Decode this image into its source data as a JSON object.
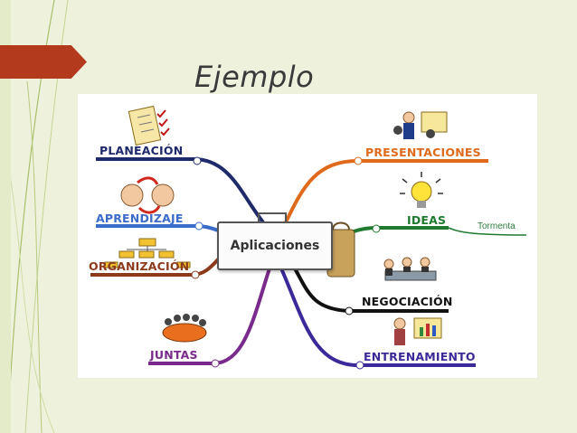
{
  "slide": {
    "title": "Ejemplo"
  },
  "mindmap": {
    "center": "Aplicaciones",
    "branches": [
      {
        "label": "PLANEACIÓN",
        "color": "#1f2a6b",
        "side": "left",
        "icon": "checklist-icon"
      },
      {
        "label": "APRENDIZAJE",
        "color": "#3b6cc9",
        "side": "left",
        "icon": "people-exchange-icon"
      },
      {
        "label": "ORGANIZACIÓN",
        "color": "#8b3a1a",
        "side": "left",
        "icon": "org-chart-icon"
      },
      {
        "label": "JUNTAS",
        "color": "#7a2a8a",
        "side": "left",
        "icon": "round-table-icon"
      },
      {
        "label": "PRESENTACIONES",
        "color": "#e06a1c",
        "side": "right",
        "icon": "presenter-icon"
      },
      {
        "label": "IDEAS",
        "color": "#1e7a2e",
        "side": "right",
        "icon": "lightbulb-icon",
        "sub": "Tormenta"
      },
      {
        "label": "NEGOCIACIÓN",
        "color": "#111111",
        "side": "right",
        "icon": "meeting-icon"
      },
      {
        "label": "ENTRENAMIENTO",
        "color": "#3b2a9a",
        "side": "right",
        "icon": "trainer-icon"
      }
    ]
  },
  "colors": {
    "accent_tab": "#b33a1d",
    "background": "#eef2dc"
  }
}
